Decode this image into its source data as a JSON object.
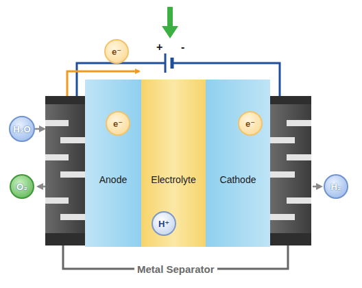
{
  "diagram": {
    "nodes": [
      {
        "text": [
          "e⁻"
        ]
      },
      {
        "text": [
          "H₂O"
        ]
      },
      {
        "text": [
          "Anode"
        ]
      },
      {
        "text": [
          "e⁻"
        ],
        "in": 2
      },
      {
        "text": [
          "Electrolyte"
        ]
      },
      {
        "text": [
          "H⁺"
        ],
        "in": 4
      },
      {
        "text": [
          "Cathode"
        ]
      },
      {
        "text": [
          "e⁻"
        ],
        "in": 6
      },
      {
        "text": [
          "O₂"
        ]
      },
      {
        "text": [
          "H₂"
        ]
      }
    ],
    "labels": [
      "+",
      "-",
      "Metal Separator"
    ]
  }
}
